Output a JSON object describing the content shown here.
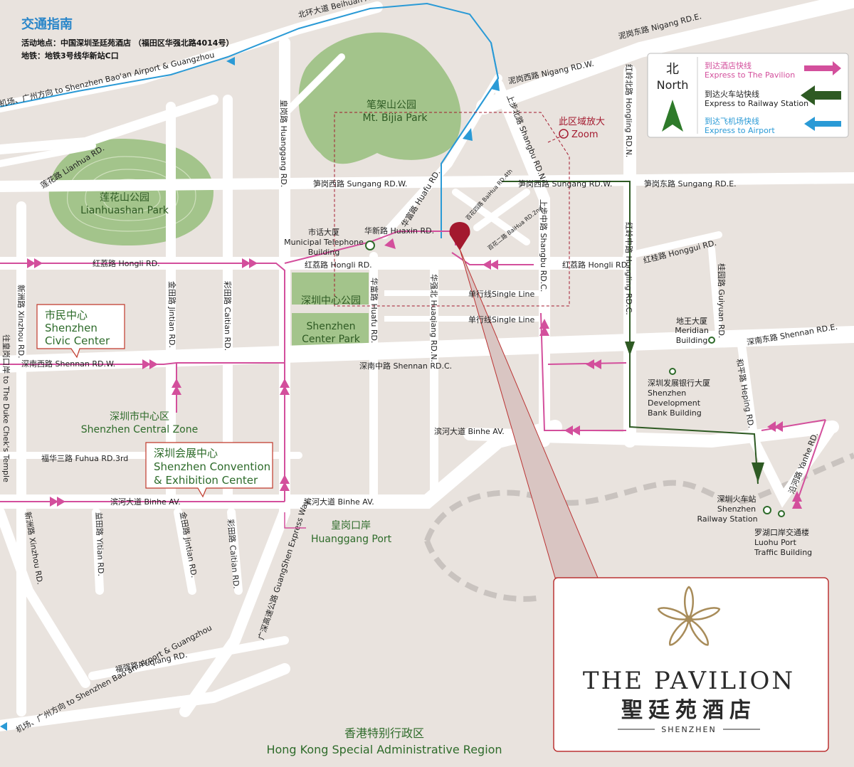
{
  "header": {
    "title": "交通指南",
    "venue": "活动地点：中国深圳圣廷苑酒店 （福田区华强北路4014号）",
    "metro": "地铁：地铁3号线华新站C口"
  },
  "legend": {
    "north_cn": "北",
    "north_en": "North",
    "items": [
      {
        "cn": "到达酒店快线",
        "en": "Express to The Pavilion",
        "color": "#d34f9c"
      },
      {
        "cn": "到达火车站快线",
        "en": "Express to Railway Station",
        "color": "#2e5a23"
      },
      {
        "cn": "到达飞机场快线",
        "en": "Express to Airport",
        "color": "#2a9ad6"
      }
    ]
  },
  "zoom": {
    "cn": "此区域放大",
    "en": "Zoom"
  },
  "roads": {
    "beihuan": "北环大道 Beihuan AV.",
    "airport_top": "机场、广州方向 to Shenzhen Bao'an Airport & Guangzhou",
    "nigang_w": "泥岗西路 Nigang RD.W.",
    "nigang_e": "泥岗东路 Nigang RD.E.",
    "lianhua": "莲花路 Lianhua RD.",
    "huanggang": "皇岗路 Huanggang RD.",
    "shangbu_n": "上步北路 Shangbu RD.N.",
    "honglingbei": "红岭北路 Hongling RD.N.",
    "sungang_w": "笋岗西路 Sungang RD.W.",
    "sungang_w2": "笋岗西路 Sungang RD.W.",
    "sungang_e": "笋岗东路 Sungang RD.E.",
    "huafu_top": "华富路 Huafu RD.",
    "baihua4": "百花四路 BaiHua RD.4th",
    "baihua2": "百花二路 BaiHua RD.2nd",
    "huaxin": "华新路 Huaxin RD.",
    "shangbu_c": "上步中路 Shangbu RD.C.",
    "hongling_c": "红岭中路 Hongling RD.C.",
    "honggui": "红桂路 Honggui RD.",
    "guiyuan": "桂园路 Guiyuan RD.",
    "hongli_w": "红荔路 Hongli RD.",
    "hongli_m": "红荔路 Hongli RD.",
    "hongli_e": "红荔路 Hongli RD.",
    "xinzhou": "新洲路 Xinzhou RD.",
    "jintian": "金田路 Jintian RD.",
    "caitian": "彩田路 Caitian RD.",
    "huafu_low": "华富路 Huafu RD.",
    "huaqiang": "华强北 Huaqiang RD.N.",
    "oneway1": "单行线Single Line",
    "oneway2": "单行线Single Line",
    "shennan_w": "深南西路 Shennan RD.W.",
    "shennan_c": "深南中路 Shennan RD.C.",
    "shennan_e": "深南东路 Shennan RD.E.",
    "heping": "和平路 Heping RD.",
    "fuhua": "福华三路 Fuhua RD.3rd",
    "binhe_w": "滨河大道 Binhe AV.",
    "binhe_m": "滨河大道 Binhe AV.",
    "binhe_e": "滨河大道 Binhe AV.",
    "yanhe": "沿河路 Yanhe RD.",
    "xinzhou_low": "新洲路 Xinzhou RD.",
    "yitian": "益田路 Yitian RD.",
    "jintian_low": "金田路 Jintian RD.",
    "caitian_low": "彩田路 Caitian RD.",
    "guangshen": "广深高速公路 GuangShen Express Way",
    "fuqiang": "福强路 Fuqiang RD.",
    "airport_bottom": "机场、广州方向 to Shenzhen Bao'an Airport & Guangzhou",
    "duke": "往皇岗口岸 to The Duke Chek's Temple"
  },
  "parks": {
    "bijia_cn": "笔架山公园",
    "bijia_en": "Mt. Bijia Park",
    "lianhua_cn": "莲花山公园",
    "lianhua_en": "Lianhuashan Park",
    "center_cn": "深圳中心公园",
    "center_en1": "Shenzhen",
    "center_en2": "Center Park"
  },
  "landmarks": {
    "telephone_cn": "市话大厦",
    "telephone_en1": "Municipal Telephone",
    "telephone_en2": "Building",
    "meridian_cn": "地王大厦",
    "meridian_en1": "Meridian",
    "meridian_en2": "Building",
    "sdb_cn": "深圳发展银行大厦",
    "sdb_en1": "Shenzhen",
    "sdb_en2": "Development",
    "sdb_en3": "Bank Building",
    "railway_cn": "深圳火车站",
    "railway_en1": "Shenzhen",
    "railway_en2": "Railway Station",
    "luohu_cn": "罗湖口岸交通楼",
    "luohu_en1": "Luohu Port",
    "luohu_en2": "Traffic Building",
    "central_zone_cn": "深圳市中心区",
    "central_zone_en": "Shenzhen Central Zone",
    "huanggang_port_cn": "皇岗口岸",
    "huanggang_port_en": "Huanggang Port",
    "hk_cn": "香港特别行政区",
    "hk_en": "Hong Kong Special Administrative Region"
  },
  "callouts": {
    "civic_cn": "市民中心",
    "civic_en1": "Shenzhen",
    "civic_en2": "Civic Center",
    "convention_cn": "深圳会展中心",
    "convention_en1": "Shenzhen Convention",
    "convention_en2": "& Exhibition Center"
  },
  "hotel": {
    "name_en": "THE PAVILION",
    "name_cn": "聖廷苑酒店",
    "city": "SHENZHEN"
  }
}
